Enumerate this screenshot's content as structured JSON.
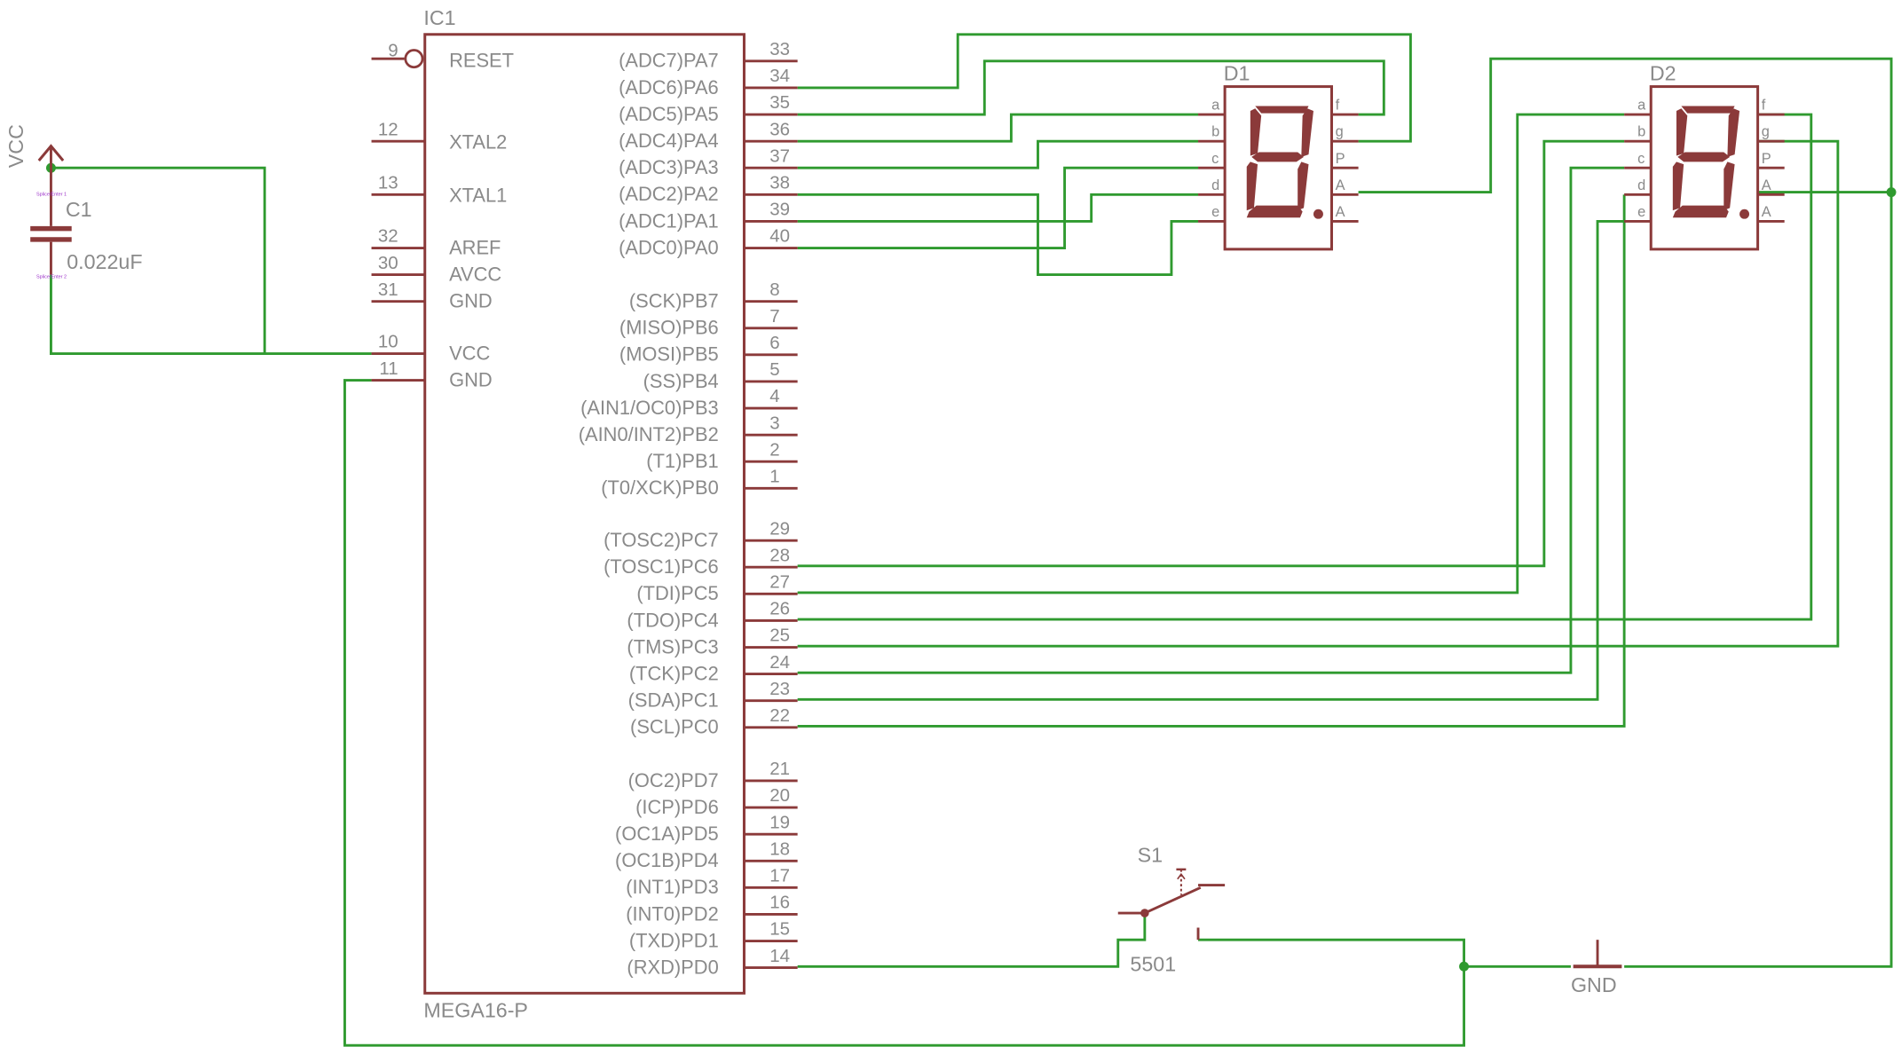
{
  "ic": {
    "ref": "IC1",
    "part": "MEGA16-P",
    "left_pins": [
      {
        "num": "9",
        "name": "RESET"
      },
      {
        "num": "12",
        "name": "XTAL2"
      },
      {
        "num": "13",
        "name": "XTAL1"
      },
      {
        "num": "32",
        "name": "AREF"
      },
      {
        "num": "30",
        "name": "AVCC"
      },
      {
        "num": "31",
        "name": "GND"
      },
      {
        "num": "10",
        "name": "VCC"
      },
      {
        "num": "11",
        "name": "GND"
      }
    ],
    "right_pins": [
      {
        "num": "33",
        "name": "(ADC7)PA7"
      },
      {
        "num": "34",
        "name": "(ADC6)PA6"
      },
      {
        "num": "35",
        "name": "(ADC5)PA5"
      },
      {
        "num": "36",
        "name": "(ADC4)PA4"
      },
      {
        "num": "37",
        "name": "(ADC3)PA3"
      },
      {
        "num": "38",
        "name": "(ADC2)PA2"
      },
      {
        "num": "39",
        "name": "(ADC1)PA1"
      },
      {
        "num": "40",
        "name": "(ADC0)PA0"
      },
      {
        "num": "8",
        "name": "(SCK)PB7"
      },
      {
        "num": "7",
        "name": "(MISO)PB6"
      },
      {
        "num": "6",
        "name": "(MOSI)PB5"
      },
      {
        "num": "5",
        "name": "(SS)PB4"
      },
      {
        "num": "4",
        "name": "(AIN1/OC0)PB3"
      },
      {
        "num": "3",
        "name": "(AIN0/INT2)PB2"
      },
      {
        "num": "2",
        "name": "(T1)PB1"
      },
      {
        "num": "1",
        "name": "(T0/XCK)PB0"
      },
      {
        "num": "29",
        "name": "(TOSC2)PC7"
      },
      {
        "num": "28",
        "name": "(TOSC1)PC6"
      },
      {
        "num": "27",
        "name": "(TDI)PC5"
      },
      {
        "num": "26",
        "name": "(TDO)PC4"
      },
      {
        "num": "25",
        "name": "(TMS)PC3"
      },
      {
        "num": "24",
        "name": "(TCK)PC2"
      },
      {
        "num": "23",
        "name": "(SDA)PC1"
      },
      {
        "num": "22",
        "name": "(SCL)PC0"
      },
      {
        "num": "21",
        "name": "(OC2)PD7"
      },
      {
        "num": "20",
        "name": "(ICP)PD6"
      },
      {
        "num": "19",
        "name": "(OC1A)PD5"
      },
      {
        "num": "18",
        "name": "(OC1B)PD4"
      },
      {
        "num": "17",
        "name": "(INT1)PD3"
      },
      {
        "num": "16",
        "name": "(INT0)PD2"
      },
      {
        "num": "15",
        "name": "(TXD)PD1"
      },
      {
        "num": "14",
        "name": "(RXD)PD0"
      }
    ]
  },
  "displays": [
    {
      "ref": "D1",
      "left_pins": [
        "a",
        "b",
        "c",
        "d",
        "e"
      ],
      "right_pins": [
        "f",
        "g",
        "P",
        "A",
        "A"
      ]
    },
    {
      "ref": "D2",
      "left_pins": [
        "a",
        "b",
        "c",
        "d",
        "e"
      ],
      "right_pins": [
        "f",
        "g",
        "P",
        "A",
        "A"
      ]
    }
  ],
  "capacitor": {
    "ref": "C1",
    "value": "0.022uF",
    "pin1_label": "Splice/Enter 1",
    "pin2_label": "Splice/Enter 2"
  },
  "supply": {
    "vcc": "VCC",
    "gnd": "GND"
  },
  "switch": {
    "ref": "S1",
    "value": "5501"
  },
  "colors": {
    "part": "#8b3a3a",
    "wire": "#2f9a2f",
    "label": "#8a8a8a",
    "attr": "#9b30c8",
    "background": "#ffffff"
  }
}
